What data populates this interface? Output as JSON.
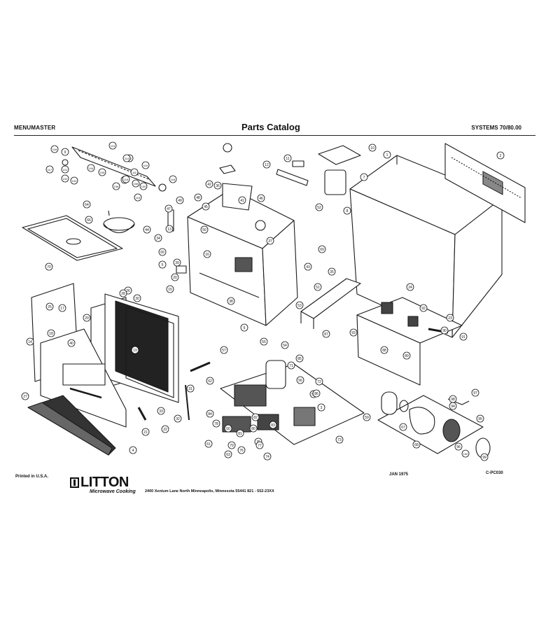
{
  "header": {
    "brand": "MENUMASTER",
    "title": "Parts Catalog",
    "model": "SYSTEMS 70/80.00"
  },
  "footer": {
    "printed": "Printed in U.S.A.",
    "logo": "LITTON",
    "logo_sub": "Microwave Cooking",
    "address": "2400 Xenium Lane North  Minneapolis, Minnesota  55441       821 - 552-23XX",
    "date": "JAN 1975",
    "code": "C-PC030"
  },
  "callouts": [
    "1",
    "2",
    "3",
    "4",
    "5",
    "6",
    "7",
    "8",
    "9",
    "10",
    "11",
    "12",
    "13",
    "14",
    "15",
    "16",
    "17",
    "18",
    "19",
    "20",
    "21",
    "22",
    "23",
    "24",
    "25",
    "26",
    "27",
    "28",
    "29",
    "30",
    "31",
    "32",
    "33",
    "34",
    "35",
    "36",
    "37",
    "38",
    "39",
    "40",
    "41",
    "42",
    "43",
    "44",
    "45",
    "46",
    "47",
    "48",
    "49",
    "50",
    "51",
    "52",
    "53",
    "54",
    "55",
    "56",
    "57",
    "58",
    "59",
    "60",
    "61",
    "62",
    "63",
    "64",
    "65",
    "66",
    "67",
    "68",
    "69",
    "70",
    "71",
    "72",
    "73",
    "74",
    "75",
    "76",
    "77",
    "78",
    "79",
    "80",
    "81",
    "82",
    "83",
    "84",
    "85",
    "86",
    "87",
    "88",
    "89",
    "90",
    "91",
    "92",
    "93",
    "94",
    "95",
    "96",
    "97",
    "98",
    "99",
    "100",
    "101",
    "102",
    "103",
    "104",
    "105",
    "106",
    "107",
    "108",
    "109",
    "110",
    "111",
    "112",
    "113",
    "114",
    "115",
    "116",
    "117",
    "118",
    "119"
  ]
}
